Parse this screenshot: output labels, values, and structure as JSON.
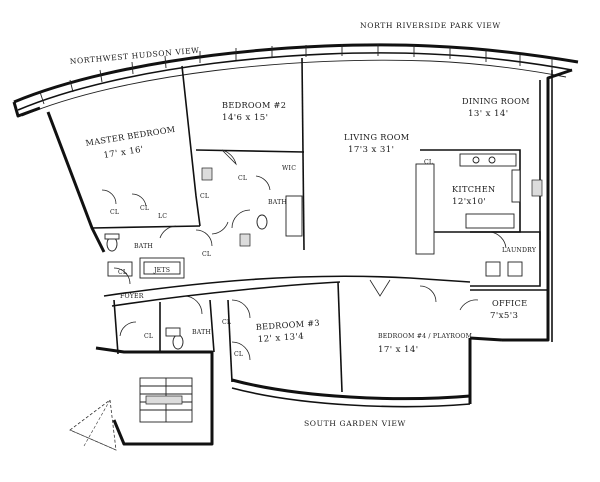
{
  "views": {
    "north": "NORTH RIVERSIDE PARK VIEW",
    "northwest": "NORTHWEST HUDSON VIEW",
    "south": "SOUTH GARDEN VIEW"
  },
  "rooms": {
    "master_bedroom": {
      "name": "MASTER BEDROOM",
      "size": "17' x 16'"
    },
    "bedroom2": {
      "name": "BEDROOM #2",
      "size": "14'6 x 15'"
    },
    "living_room": {
      "name": "LIVING ROOM",
      "size": "17'3 x 31'"
    },
    "dining_room": {
      "name": "DINING ROOM",
      "size": "13' x 14'"
    },
    "kitchen": {
      "name": "KITCHEN",
      "size": "12'x10'"
    },
    "laundry": {
      "name": "LAUNDRY"
    },
    "office": {
      "name": "OFFICE",
      "size": "7'x5'3"
    },
    "bedroom3": {
      "name": "BEDROOM #3",
      "size": "12' x 13'4"
    },
    "bedroom4": {
      "name": "BEDROOM #4 / PLAYROOM",
      "size": "17' x 14'"
    },
    "foyer": {
      "name": "FOYER"
    }
  },
  "small_labels": {
    "cl": "CL",
    "bath": "BATH",
    "wic": "WIC",
    "lc": "LC",
    "jets": "JETS"
  }
}
